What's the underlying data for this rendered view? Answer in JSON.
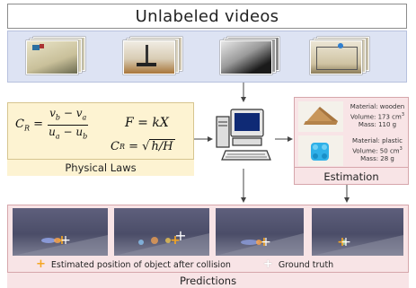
{
  "videos": {
    "title": "Unlabeled videos"
  },
  "laws": {
    "label": "Physical Laws",
    "cr": "C",
    "cr_sub": "R",
    "eq1_num": "v",
    "eq1_num_sub_b": "b",
    "eq1_num_mid": " − v",
    "eq1_num_sub_a": "a",
    "eq1_den": "u",
    "eq1_den_sub_a": "a",
    "eq1_den_mid": " − u",
    "eq1_den_sub_b": "b",
    "eq2": "F = kX",
    "eq3_sqrt": "h/H"
  },
  "estimation": {
    "label": "Estimation",
    "wood": {
      "material": "Material: wooden",
      "volume": "Volume: 173 cm",
      "mass": "Mass: 110 g"
    },
    "plastic": {
      "material": "Material: plastic",
      "volume": "Volume: 50 cm",
      "mass": "Mass: 28 g"
    },
    "cube_exp": "3"
  },
  "predictions": {
    "label": "Predictions",
    "legend_estimated": "Estimated position of object after collision",
    "legend_truth": "Ground truth"
  },
  "colors": {
    "estimated": "#f5a623",
    "truth": "#ffffff",
    "arrow": "#444444"
  }
}
